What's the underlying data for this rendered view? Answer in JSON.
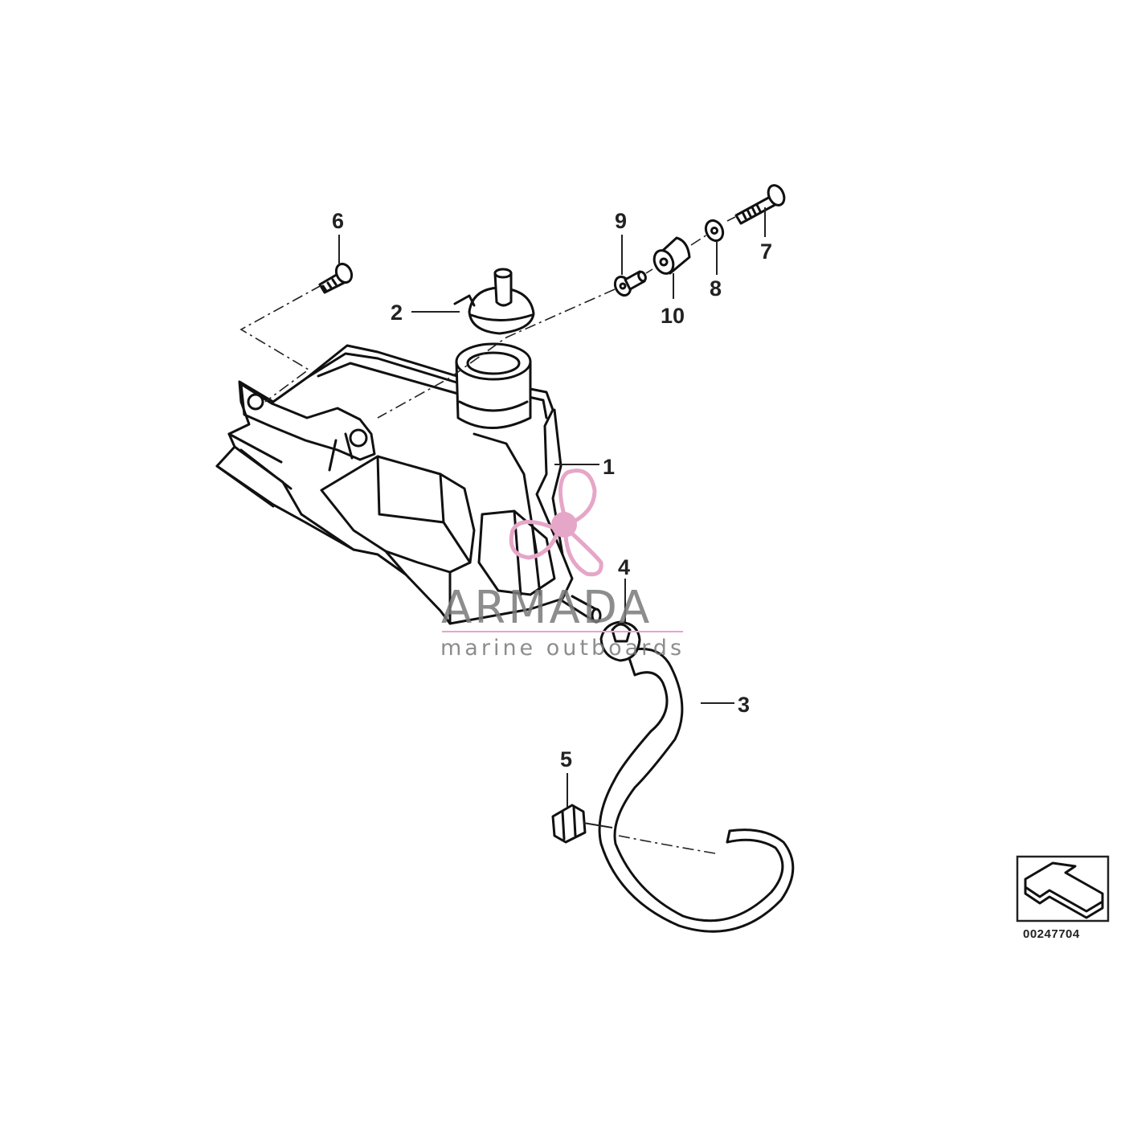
{
  "diagram": {
    "number": "00247704",
    "callouts": [
      {
        "id": "1",
        "label": "1"
      },
      {
        "id": "2",
        "label": "2"
      },
      {
        "id": "3",
        "label": "3"
      },
      {
        "id": "4",
        "label": "4"
      },
      {
        "id": "5",
        "label": "5"
      },
      {
        "id": "6",
        "label": "6"
      },
      {
        "id": "7",
        "label": "7"
      },
      {
        "id": "8",
        "label": "8"
      },
      {
        "id": "9",
        "label": "9"
      },
      {
        "id": "10",
        "label": "10"
      }
    ]
  },
  "watermark": {
    "brand": "ARMADA",
    "tagline": "marine outboards",
    "color": "#e6a6c8"
  }
}
